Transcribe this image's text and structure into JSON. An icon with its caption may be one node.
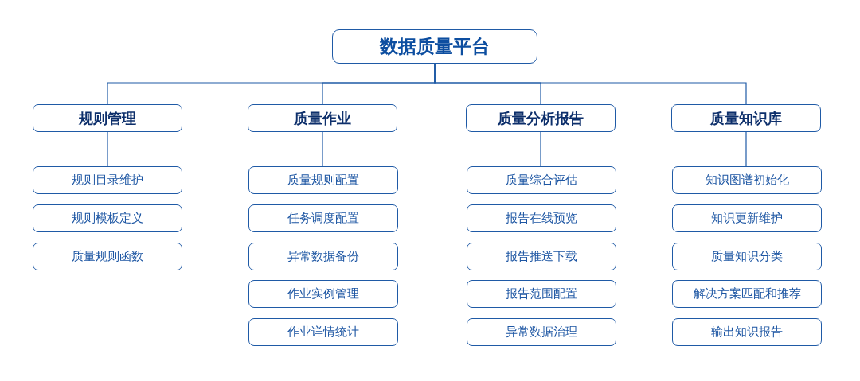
{
  "diagram": {
    "nodes": [
      {
        "text": [
          "数据质量平台"
        ]
      },
      {
        "text": [
          "规则管理"
        ]
      },
      {
        "text": [
          "规则目录维护"
        ]
      },
      {
        "text": [
          "规则模板定义"
        ]
      },
      {
        "text": [
          "质量规则函数"
        ]
      },
      {
        "text": [
          "质量作业"
        ]
      },
      {
        "text": [
          "质量规则配置"
        ]
      },
      {
        "text": [
          "任务调度配置"
        ]
      },
      {
        "text": [
          "异常数据备份"
        ]
      },
      {
        "text": [
          "作业实例管理"
        ]
      },
      {
        "text": [
          "作业详情统计"
        ]
      },
      {
        "text": [
          "质量分析报告"
        ]
      },
      {
        "text": [
          "质量综合评估"
        ]
      },
      {
        "text": [
          "报告在线预览"
        ]
      },
      {
        "text": [
          "报告推送下载"
        ]
      },
      {
        "text": [
          "报告范围配置"
        ]
      },
      {
        "text": [
          "异常数据治理"
        ]
      },
      {
        "text": [
          "质量知识库"
        ]
      },
      {
        "text": [
          "知识图谱初始化"
        ]
      },
      {
        "text": [
          "知识更新维护"
        ]
      },
      {
        "text": [
          "质量知识分类"
        ]
      },
      {
        "text": [
          "解决方案匹配和推荐"
        ]
      },
      {
        "text": [
          "输出知识报告"
        ]
      }
    ],
    "edges": [
      {
        "from": 0,
        "to": 1,
        "arrow": "none"
      },
      {
        "from": 0,
        "to": 5,
        "arrow": "none"
      },
      {
        "from": 0,
        "to": 11,
        "arrow": "none"
      },
      {
        "from": 0,
        "to": 17,
        "arrow": "none"
      },
      {
        "from": 1,
        "to": 2,
        "arrow": "none"
      },
      {
        "from": 5,
        "to": 6,
        "arrow": "none"
      },
      {
        "from": 11,
        "to": 12,
        "arrow": "none"
      },
      {
        "from": 17,
        "to": 18,
        "arrow": "none"
      }
    ]
  }
}
